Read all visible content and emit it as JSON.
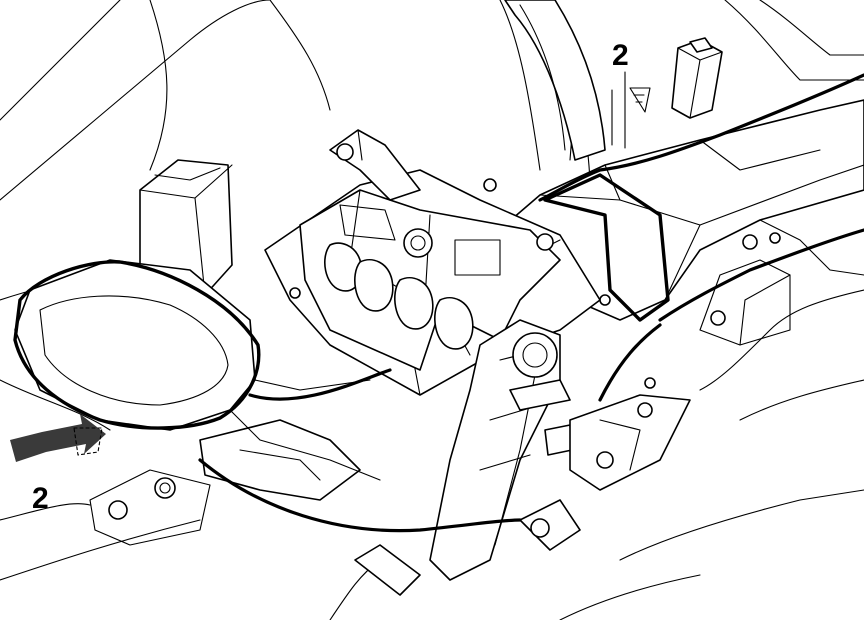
{
  "callouts": [
    {
      "id": "top",
      "label": "2"
    },
    {
      "id": "left",
      "label": "2"
    }
  ],
  "colors": {
    "line": "#000000",
    "background": "#ffffff",
    "arrow": "#3a3a3a"
  }
}
